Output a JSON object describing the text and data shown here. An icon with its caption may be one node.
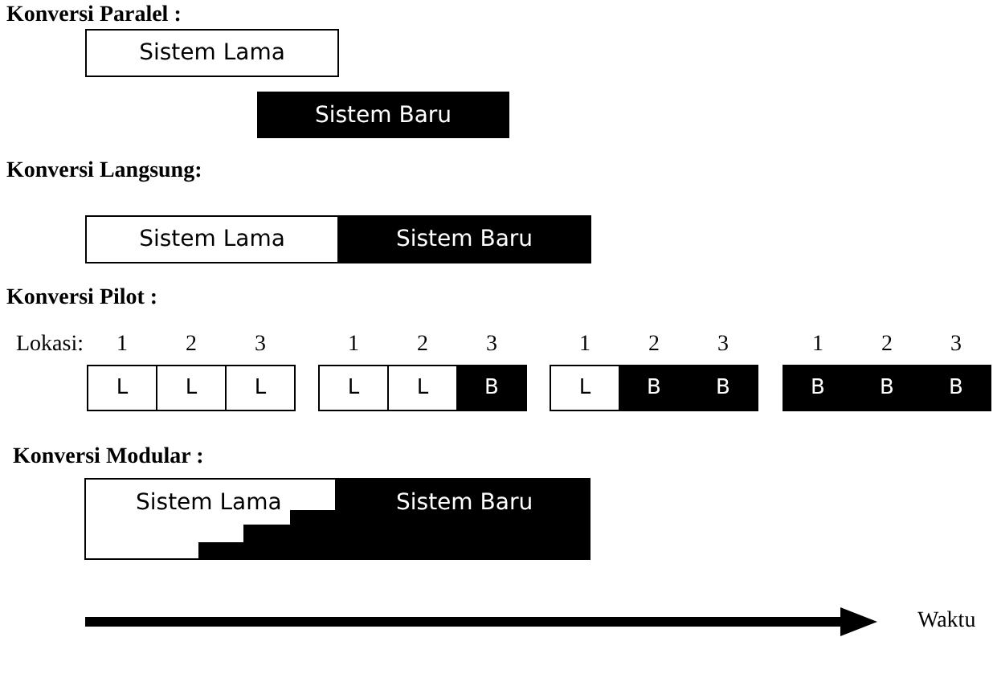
{
  "diagram": {
    "nodes": [
      {
        "text": [
          "Sistem Lama"
        ]
      },
      {
        "text": [
          "Sistem Baru"
        ]
      },
      {
        "text": [
          "Sistem Lama"
        ]
      },
      {
        "text": [
          "Sistem Baru"
        ]
      },
      {
        "text": [
          "L"
        ]
      },
      {
        "text": [
          "L"
        ]
      },
      {
        "text": [
          "L"
        ]
      },
      {
        "text": [
          "L"
        ]
      },
      {
        "text": [
          "L"
        ]
      },
      {
        "text": [
          "B"
        ]
      },
      {
        "text": [
          "L"
        ]
      },
      {
        "text": [
          "B"
        ]
      },
      {
        "text": [
          "B"
        ]
      },
      {
        "text": [
          "B"
        ]
      },
      {
        "text": [
          "B"
        ]
      },
      {
        "text": [
          "B"
        ]
      },
      {
        "text": [
          "Sistem Lama"
        ]
      },
      {
        "text": [
          "Sistem Baru"
        ]
      }
    ],
    "labels": [
      "Konversi Paralel :",
      "Konversi Langsung:",
      "Konversi Pilot :",
      "Lokasi:",
      "1",
      "2",
      "3",
      "1",
      "2",
      "3",
      "1",
      "2",
      "3",
      "1",
      "2",
      "3",
      "Konversi Modular :",
      "Waktu"
    ]
  }
}
